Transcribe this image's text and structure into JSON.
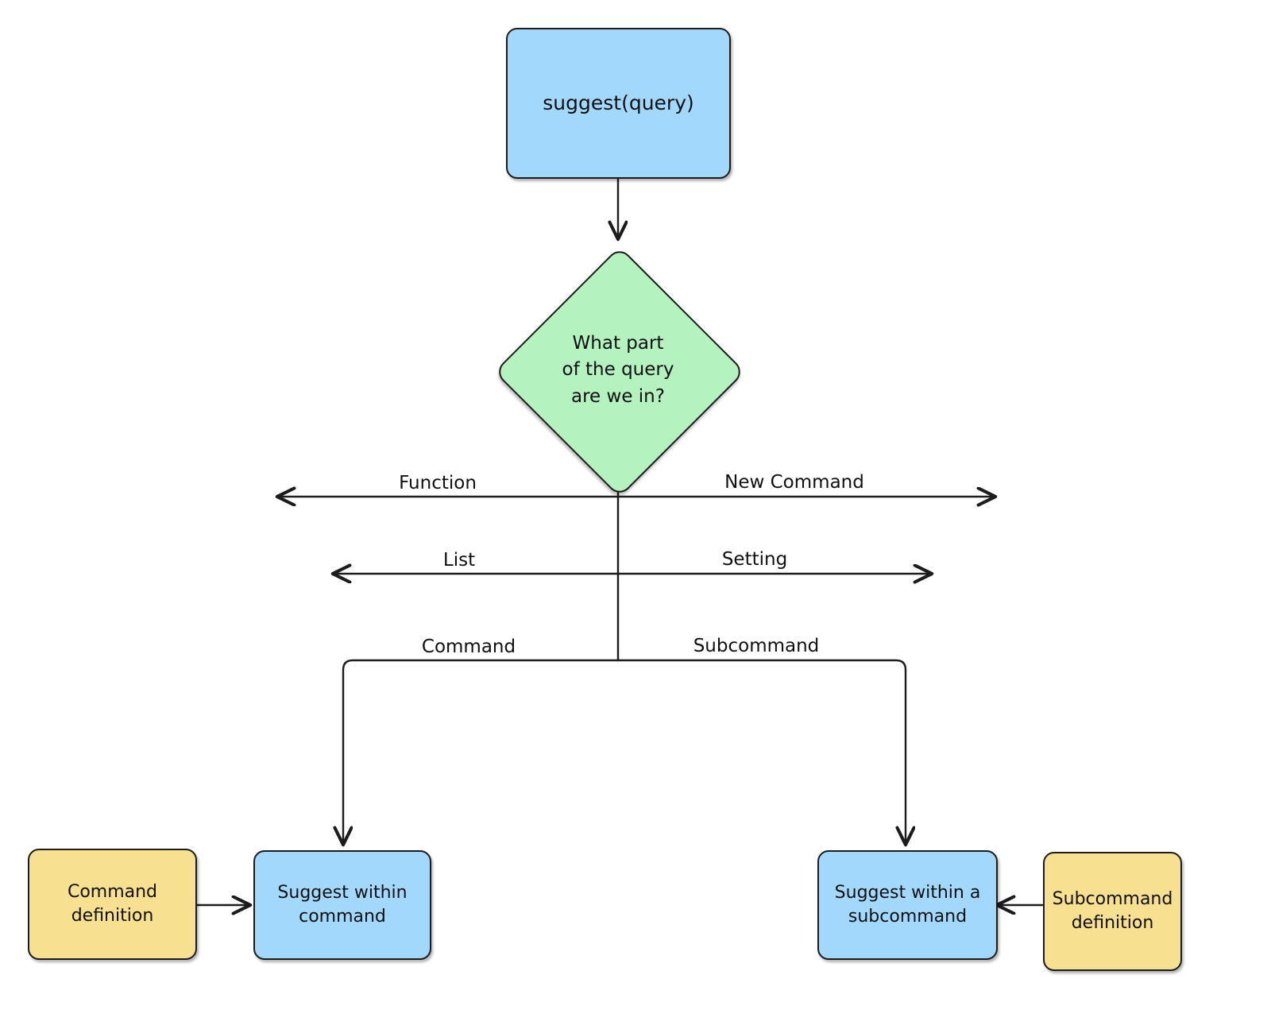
{
  "diagram": {
    "title": "suggest(query) routing flowchart",
    "background": "#ffffff",
    "colors": {
      "blue_fill": "#a3d8fd",
      "green_fill": "#b4f2bf",
      "yellow_fill": "#f7e08f",
      "stroke": "#1c1c1c",
      "text": "#101010"
    }
  },
  "nodes": {
    "entry": {
      "label": "suggest(query)",
      "shape": "rounded-rect",
      "fill": "#a3d8fd"
    },
    "decision": {
      "label": "What part\nof the query\nare we in?",
      "shape": "diamond",
      "fill": "#b4f2bf"
    },
    "suggest_within_command": {
      "label": "Suggest within\ncommand",
      "shape": "rounded-rect",
      "fill": "#a3d8fd"
    },
    "suggest_within_subcommand": {
      "label": "Suggest within a\nsubcommand",
      "shape": "rounded-rect",
      "fill": "#a3d8fd"
    },
    "command_definition": {
      "label": "Command\ndefinition",
      "shape": "rounded-rect",
      "fill": "#f7e08f"
    },
    "subcommand_definition": {
      "label": "Subcommand\ndefinition",
      "shape": "rounded-rect",
      "fill": "#f7e08f"
    }
  },
  "edge_labels": {
    "function": "Function",
    "new_command": "New Command",
    "list": "List",
    "setting": "Setting",
    "command": "Command",
    "subcommand": "Subcommand"
  },
  "edges": [
    {
      "from": "entry",
      "to": "decision",
      "label": ""
    },
    {
      "from": "decision",
      "to": "function-terminal",
      "label": "Function"
    },
    {
      "from": "decision",
      "to": "new-command-terminal",
      "label": "New Command"
    },
    {
      "from": "decision",
      "to": "list-terminal",
      "label": "List"
    },
    {
      "from": "decision",
      "to": "setting-terminal",
      "label": "Setting"
    },
    {
      "from": "decision",
      "to": "suggest_within_command",
      "label": "Command"
    },
    {
      "from": "decision",
      "to": "suggest_within_subcommand",
      "label": "Subcommand"
    },
    {
      "from": "command_definition",
      "to": "suggest_within_command",
      "label": ""
    },
    {
      "from": "subcommand_definition",
      "to": "suggest_within_subcommand",
      "label": ""
    }
  ]
}
